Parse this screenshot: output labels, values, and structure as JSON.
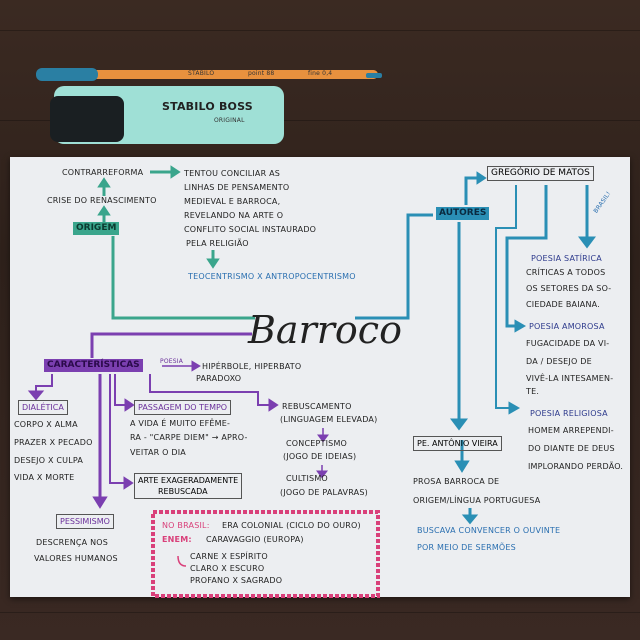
{
  "pens": {
    "pen_brand": "STABILO",
    "pen_model": "point 88",
    "pen_size": "fine 0,4",
    "highlighter_brand": "STABILO BOSS",
    "highlighter_sub": "ORIGINAL"
  },
  "title": "Barroco",
  "origem": {
    "label": "ORIGEM",
    "crise": "CRISE DO RENASCIMENTO",
    "contrarreforma": "CONTRARREFORMA",
    "desc": [
      "TENTOU CONCILIAR AS",
      "LINHAS DE PENSAMENTO",
      "MEDIEVAL E BARROCA,",
      "REVELANDO NA ARTE O",
      "CONFLITO SOCIAL INSTAURADO",
      "PELA RELIGIÃO"
    ],
    "teocentrismo": "TEOCENTRISMO X ANTROPOCENTRISMO"
  },
  "autores": {
    "label": "AUTORES",
    "gregorio": "GREGÓRIO DE MATOS",
    "brasil_note": "BRASIL!",
    "satirica": {
      "title": "POESIA SATÍRICA",
      "lines": [
        "CRÍTICAS A TODOS",
        "OS SETORES DA SO-",
        "CIEDADE BAIANA."
      ]
    },
    "amorosa": {
      "title": "POESIA AMOROSA",
      "lines": [
        "FUGACIDADE DA VI-",
        "DA / DESEJO DE",
        "VIVÊ-LA INTESAMEN-",
        "TE."
      ]
    },
    "religiosa": {
      "title": "POESIA RELIGIOSA",
      "lines": [
        "HOMEM ARREPENDI-",
        "DO DIANTE DE DEUS",
        "IMPLORANDO PERDÃO."
      ]
    },
    "vieira": "PE. ANTÔNIO VIEIRA",
    "vieira_lines": [
      "PROSA BARROCA DE",
      "ORIGEM/LÍNGUA PORTUGUESA"
    ],
    "sermoes": [
      "BUSCAVA CONVENCER O OUVINTE",
      "POR MEIO DE SERMÕES"
    ]
  },
  "caracteristicas": {
    "label": "CARACTERÍSTICAS",
    "poesia": "POESIA",
    "figuras": [
      "HIPÉRBOLE, HIPERBATO",
      "PARADOXO"
    ],
    "dialetica": "DIALÉTICA",
    "pares": [
      "CORPO X ALMA",
      "PRAZER X PECADO",
      "DESEJO X CULPA",
      "VIDA X MORTE"
    ],
    "passagem": "PASSAGEM DO TEMPO",
    "passagem_lines": [
      "A VIDA É MUITO EFÊME-",
      "RA - \"CARPE DIEM\" → APRO-",
      "VEITAR O DIA"
    ],
    "arte": [
      "ARTE EXAGERADAMENTE",
      "REBUSCADA"
    ],
    "rebuscamento": [
      "REBUSCAMENTO",
      "(LINGUAGEM ELEVADA)"
    ],
    "conceptismo": [
      "CONCEPTISMO",
      "(JOGO DE IDEIAS)"
    ],
    "cultismo": [
      "CULTISMO",
      "(JOGO DE PALAVRAS)"
    ],
    "pessimismo": "PESSIMISMO",
    "pessimismo_lines": [
      "DESCRENÇA NOS",
      "VALORES HUMANOS"
    ]
  },
  "box": {
    "brasil_label": "NO BRASIL:",
    "brasil_text": "ERA COLONIAL (CICLO DO OURO)",
    "enem_label": "ENEM:",
    "enem_text": "CARAVAGGIO (EUROPA)",
    "pares": [
      "CARNE X ESPÍRITO",
      "CLARO X ESCURO",
      "PROFANO X SAGRADO"
    ]
  },
  "colors": {
    "green": "#3aa58c",
    "blue": "#2a8fb5",
    "purple": "#7b3fb0",
    "pink": "#d9407a"
  }
}
